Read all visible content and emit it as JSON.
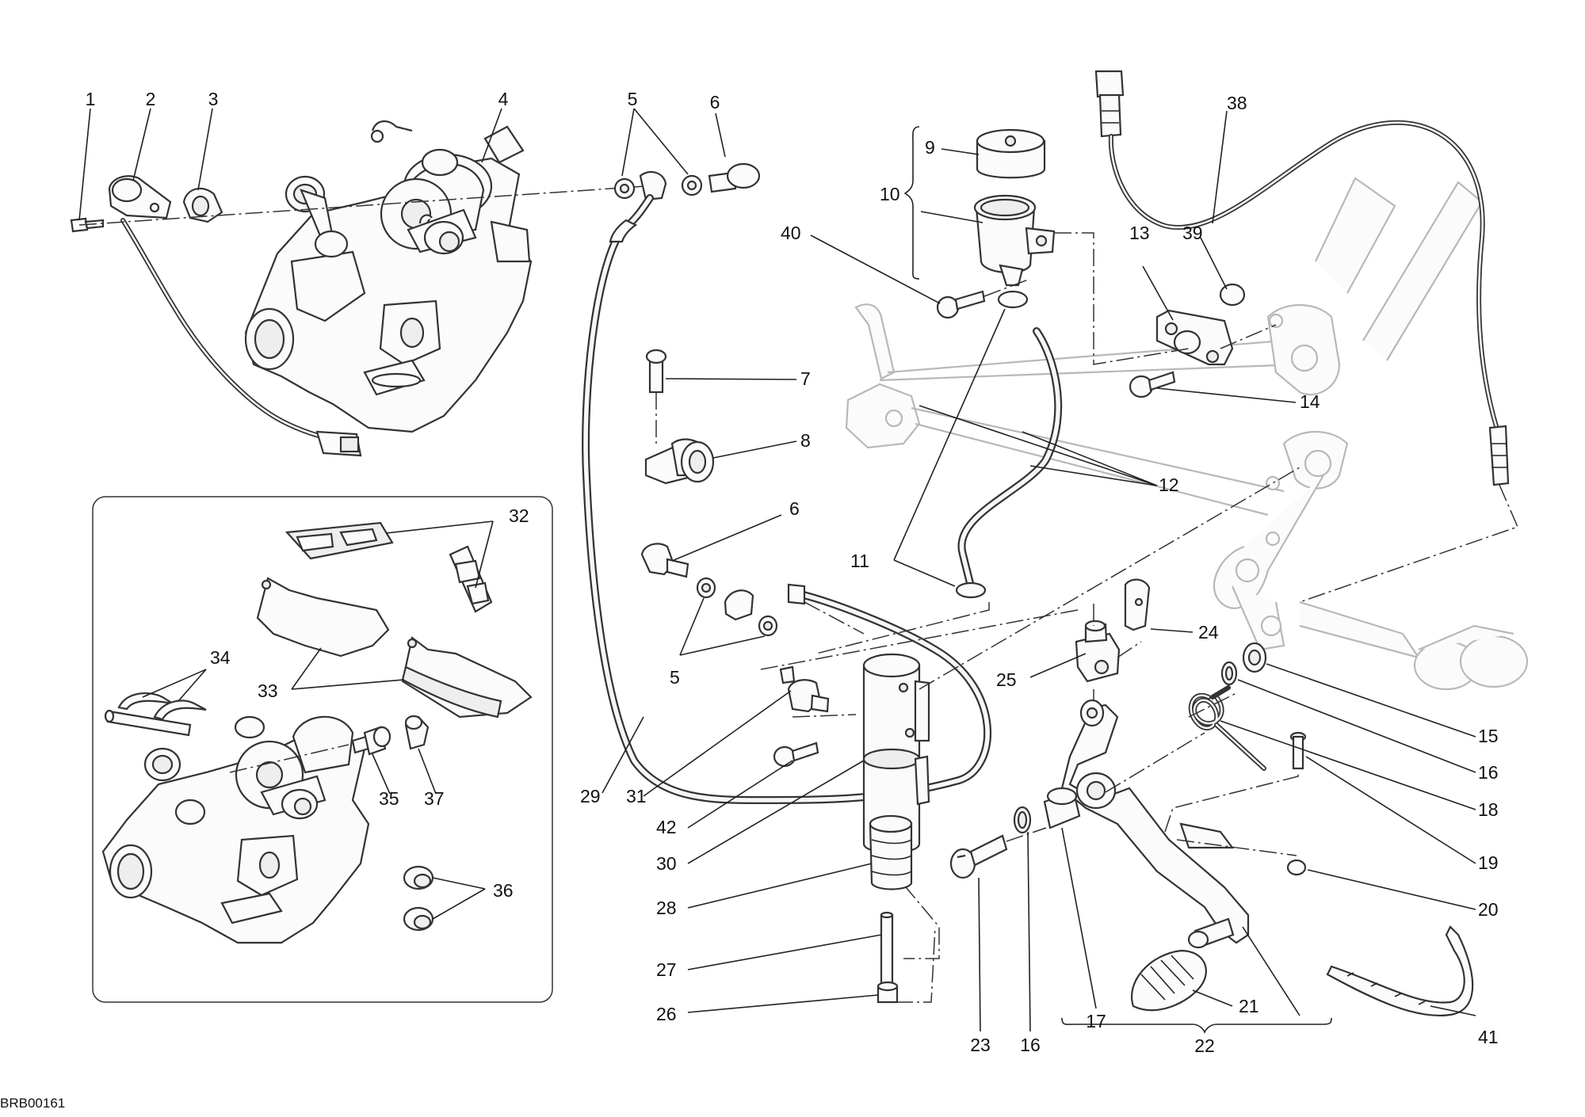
{
  "diagram": {
    "drawing_code": "BRB00161",
    "callouts": {
      "c1": "1",
      "c2": "2",
      "c3": "3",
      "c4": "4",
      "c5a": "5",
      "c6a": "6",
      "c7": "7",
      "c8": "8",
      "c9": "9",
      "c10": "10",
      "c11": "11",
      "c12": "12",
      "c13": "13",
      "c14": "14",
      "c15": "15",
      "c16a": "16",
      "c17": "17",
      "c18": "18",
      "c19": "19",
      "c20": "20",
      "c21": "21",
      "c22": "22",
      "c23": "23",
      "c16b": "16",
      "c24": "24",
      "c25": "25",
      "c26": "26",
      "c27": "27",
      "c28": "28",
      "c29": "29",
      "c30": "30",
      "c31": "31",
      "c32": "32",
      "c33": "33",
      "c34": "34",
      "c35": "35",
      "c36": "36",
      "c37": "37",
      "c38": "38",
      "c39": "39",
      "c40": "40",
      "c41": "41",
      "c42": "42",
      "c5b": "5",
      "c6b": "6"
    }
  }
}
